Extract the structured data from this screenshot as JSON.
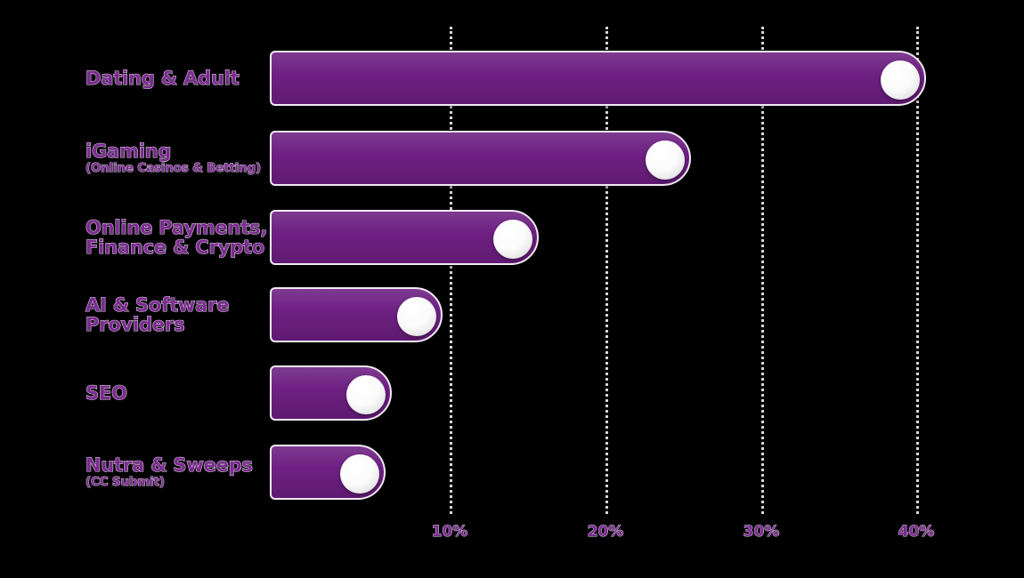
{
  "chart_data": {
    "type": "bar",
    "orientation": "horizontal",
    "title": "",
    "subtitle": "",
    "xlabel": "",
    "ylabel": "",
    "categories": [
      "Dating & Adult",
      "iGaming",
      "Online Payments,\nFinance & Crypto",
      "AI & Software\nProviders",
      "SEO",
      "Nutra & Sweeps"
    ],
    "category_sublabels": [
      "",
      "(Online Casinos & Betting)",
      "",
      "",
      "",
      "(CC Submit)"
    ],
    "values": [
      42,
      27,
      17,
      11,
      7.7,
      7.3
    ],
    "value_unit": "%",
    "xlim": [
      0,
      43
    ],
    "ticks": [
      10,
      20,
      30,
      40
    ],
    "tick_labels": [
      "10%",
      "20%",
      "30%",
      "40%"
    ],
    "grid": true,
    "grid_style": "dotted-vertical",
    "legend": "none",
    "colors": {
      "background": "#000000",
      "bar_fill": "#6E2183",
      "bar_fill_light": "#7E3B90",
      "bar_border": "#F2EAF5",
      "knob": "#FFFFFF",
      "label_text": "#7A2C8E",
      "label_outline": "#DED2E6",
      "gridline": "#E9DFF0"
    }
  }
}
